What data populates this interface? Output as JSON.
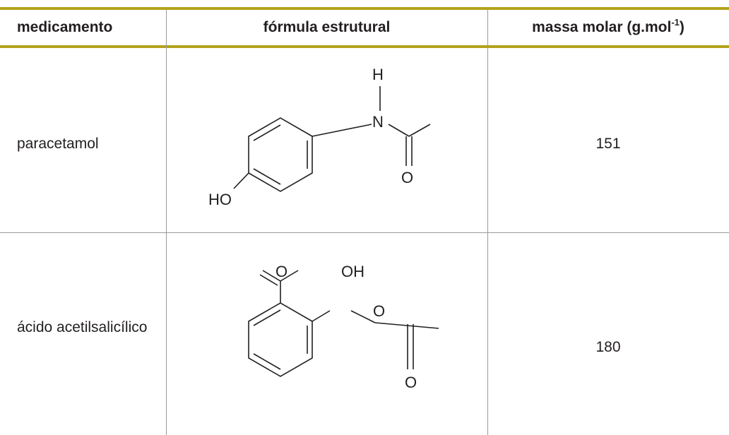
{
  "table": {
    "headers": {
      "medicamento": "medicamento",
      "formula": "fórmula estrutural",
      "massa": "massa molar (g.mol",
      "massa_sup": "-1",
      "massa_close": ")"
    },
    "rows": [
      {
        "name": "paracetamol",
        "mass": "151",
        "atoms": {
          "h": "H",
          "n": "N",
          "o": "O",
          "ho": "HO"
        }
      },
      {
        "name": "ácido acetilsalicílico",
        "mass": "180",
        "atoms": {
          "o_carbonyl": "O",
          "oh": "OH",
          "o_ester": "O",
          "o_ester_carbonyl": "O"
        }
      }
    ]
  },
  "colors": {
    "accent_rule": "#b5a21a",
    "grid": "#9a9a9a",
    "text": "#231f20"
  }
}
